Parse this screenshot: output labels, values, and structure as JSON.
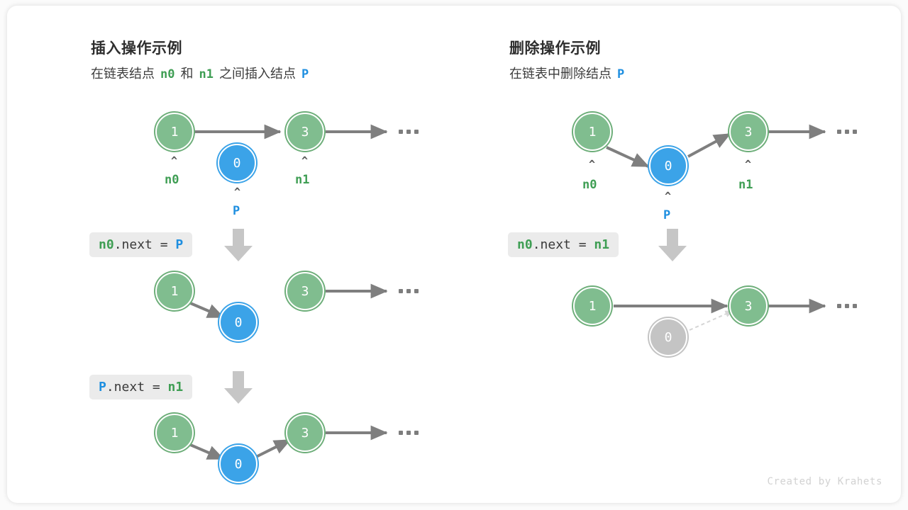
{
  "watermark": "Created by Krahets",
  "colors": {
    "node_green_fill": "#80bd8f",
    "node_green_ring": "#6dae79",
    "node_blue": "#3ba3e8",
    "node_gray": "#c4c4c4",
    "edge_gray": "#7f7f7f",
    "label_green": "#3f9e54",
    "label_blue": "#1f8fe0",
    "badge_bg": "#ebebeb",
    "arrow_block": "#c6c6c6"
  },
  "panels": [
    {
      "id": "insert",
      "title": "插入操作示例",
      "subtitle": {
        "part1": "在链表结点",
        "token1": "n0",
        "part2": "和",
        "token2": "n1",
        "part3": "之间插入结点",
        "token3": "P"
      },
      "steps": [
        {
          "id": "insert-step-1",
          "code": null,
          "nodes": [
            {
              "name": "node-n0",
              "value": "1",
              "color": "green",
              "caret": "^",
              "label": "n0",
              "label_color": "green"
            },
            {
              "name": "node-p",
              "value": "0",
              "color": "blue",
              "caret": "^",
              "label": "P",
              "label_color": "blue"
            },
            {
              "name": "node-n1",
              "value": "3",
              "color": "green",
              "caret": "^",
              "label": "n1",
              "label_color": "green"
            }
          ]
        },
        {
          "id": "insert-step-2",
          "code": {
            "lhs": "n0",
            "lhs_color": "green",
            "mid": ".next = ",
            "rhs": "P",
            "rhs_color": "blue",
            "text": "n0.next = P"
          },
          "nodes": [
            {
              "name": "node-n0",
              "value": "1",
              "color": "green"
            },
            {
              "name": "node-p",
              "value": "0",
              "color": "blue"
            },
            {
              "name": "node-n1",
              "value": "3",
              "color": "green"
            }
          ]
        },
        {
          "id": "insert-step-3",
          "code": {
            "lhs": "P",
            "lhs_color": "blue",
            "mid": ".next = ",
            "rhs": "n1",
            "rhs_color": "green",
            "text": "P.next = n1"
          },
          "nodes": [
            {
              "name": "node-n0",
              "value": "1",
              "color": "green"
            },
            {
              "name": "node-p",
              "value": "0",
              "color": "blue"
            },
            {
              "name": "node-n1",
              "value": "3",
              "color": "green"
            }
          ]
        }
      ]
    },
    {
      "id": "delete",
      "title": "删除操作示例",
      "subtitle": {
        "part1": "在链表中删除结点",
        "token1": "P",
        "part2": "",
        "token2": "",
        "part3": "",
        "token3": ""
      },
      "steps": [
        {
          "id": "delete-step-1",
          "code": null,
          "nodes": [
            {
              "name": "node-n0",
              "value": "1",
              "color": "green",
              "caret": "^",
              "label": "n0",
              "label_color": "green"
            },
            {
              "name": "node-p",
              "value": "0",
              "color": "blue",
              "caret": "^",
              "label": "P",
              "label_color": "blue"
            },
            {
              "name": "node-n1",
              "value": "3",
              "color": "green",
              "caret": "^",
              "label": "n1",
              "label_color": "green"
            }
          ]
        },
        {
          "id": "delete-step-2",
          "code": {
            "lhs": "n0",
            "lhs_color": "green",
            "mid": ".next = ",
            "rhs": "n1",
            "rhs_color": "green",
            "text": "n0.next = n1"
          },
          "nodes": [
            {
              "name": "node-n0",
              "value": "1",
              "color": "green"
            },
            {
              "name": "node-p-removed",
              "value": "0",
              "color": "gray"
            },
            {
              "name": "node-n1",
              "value": "3",
              "color": "green"
            }
          ]
        }
      ]
    }
  ]
}
